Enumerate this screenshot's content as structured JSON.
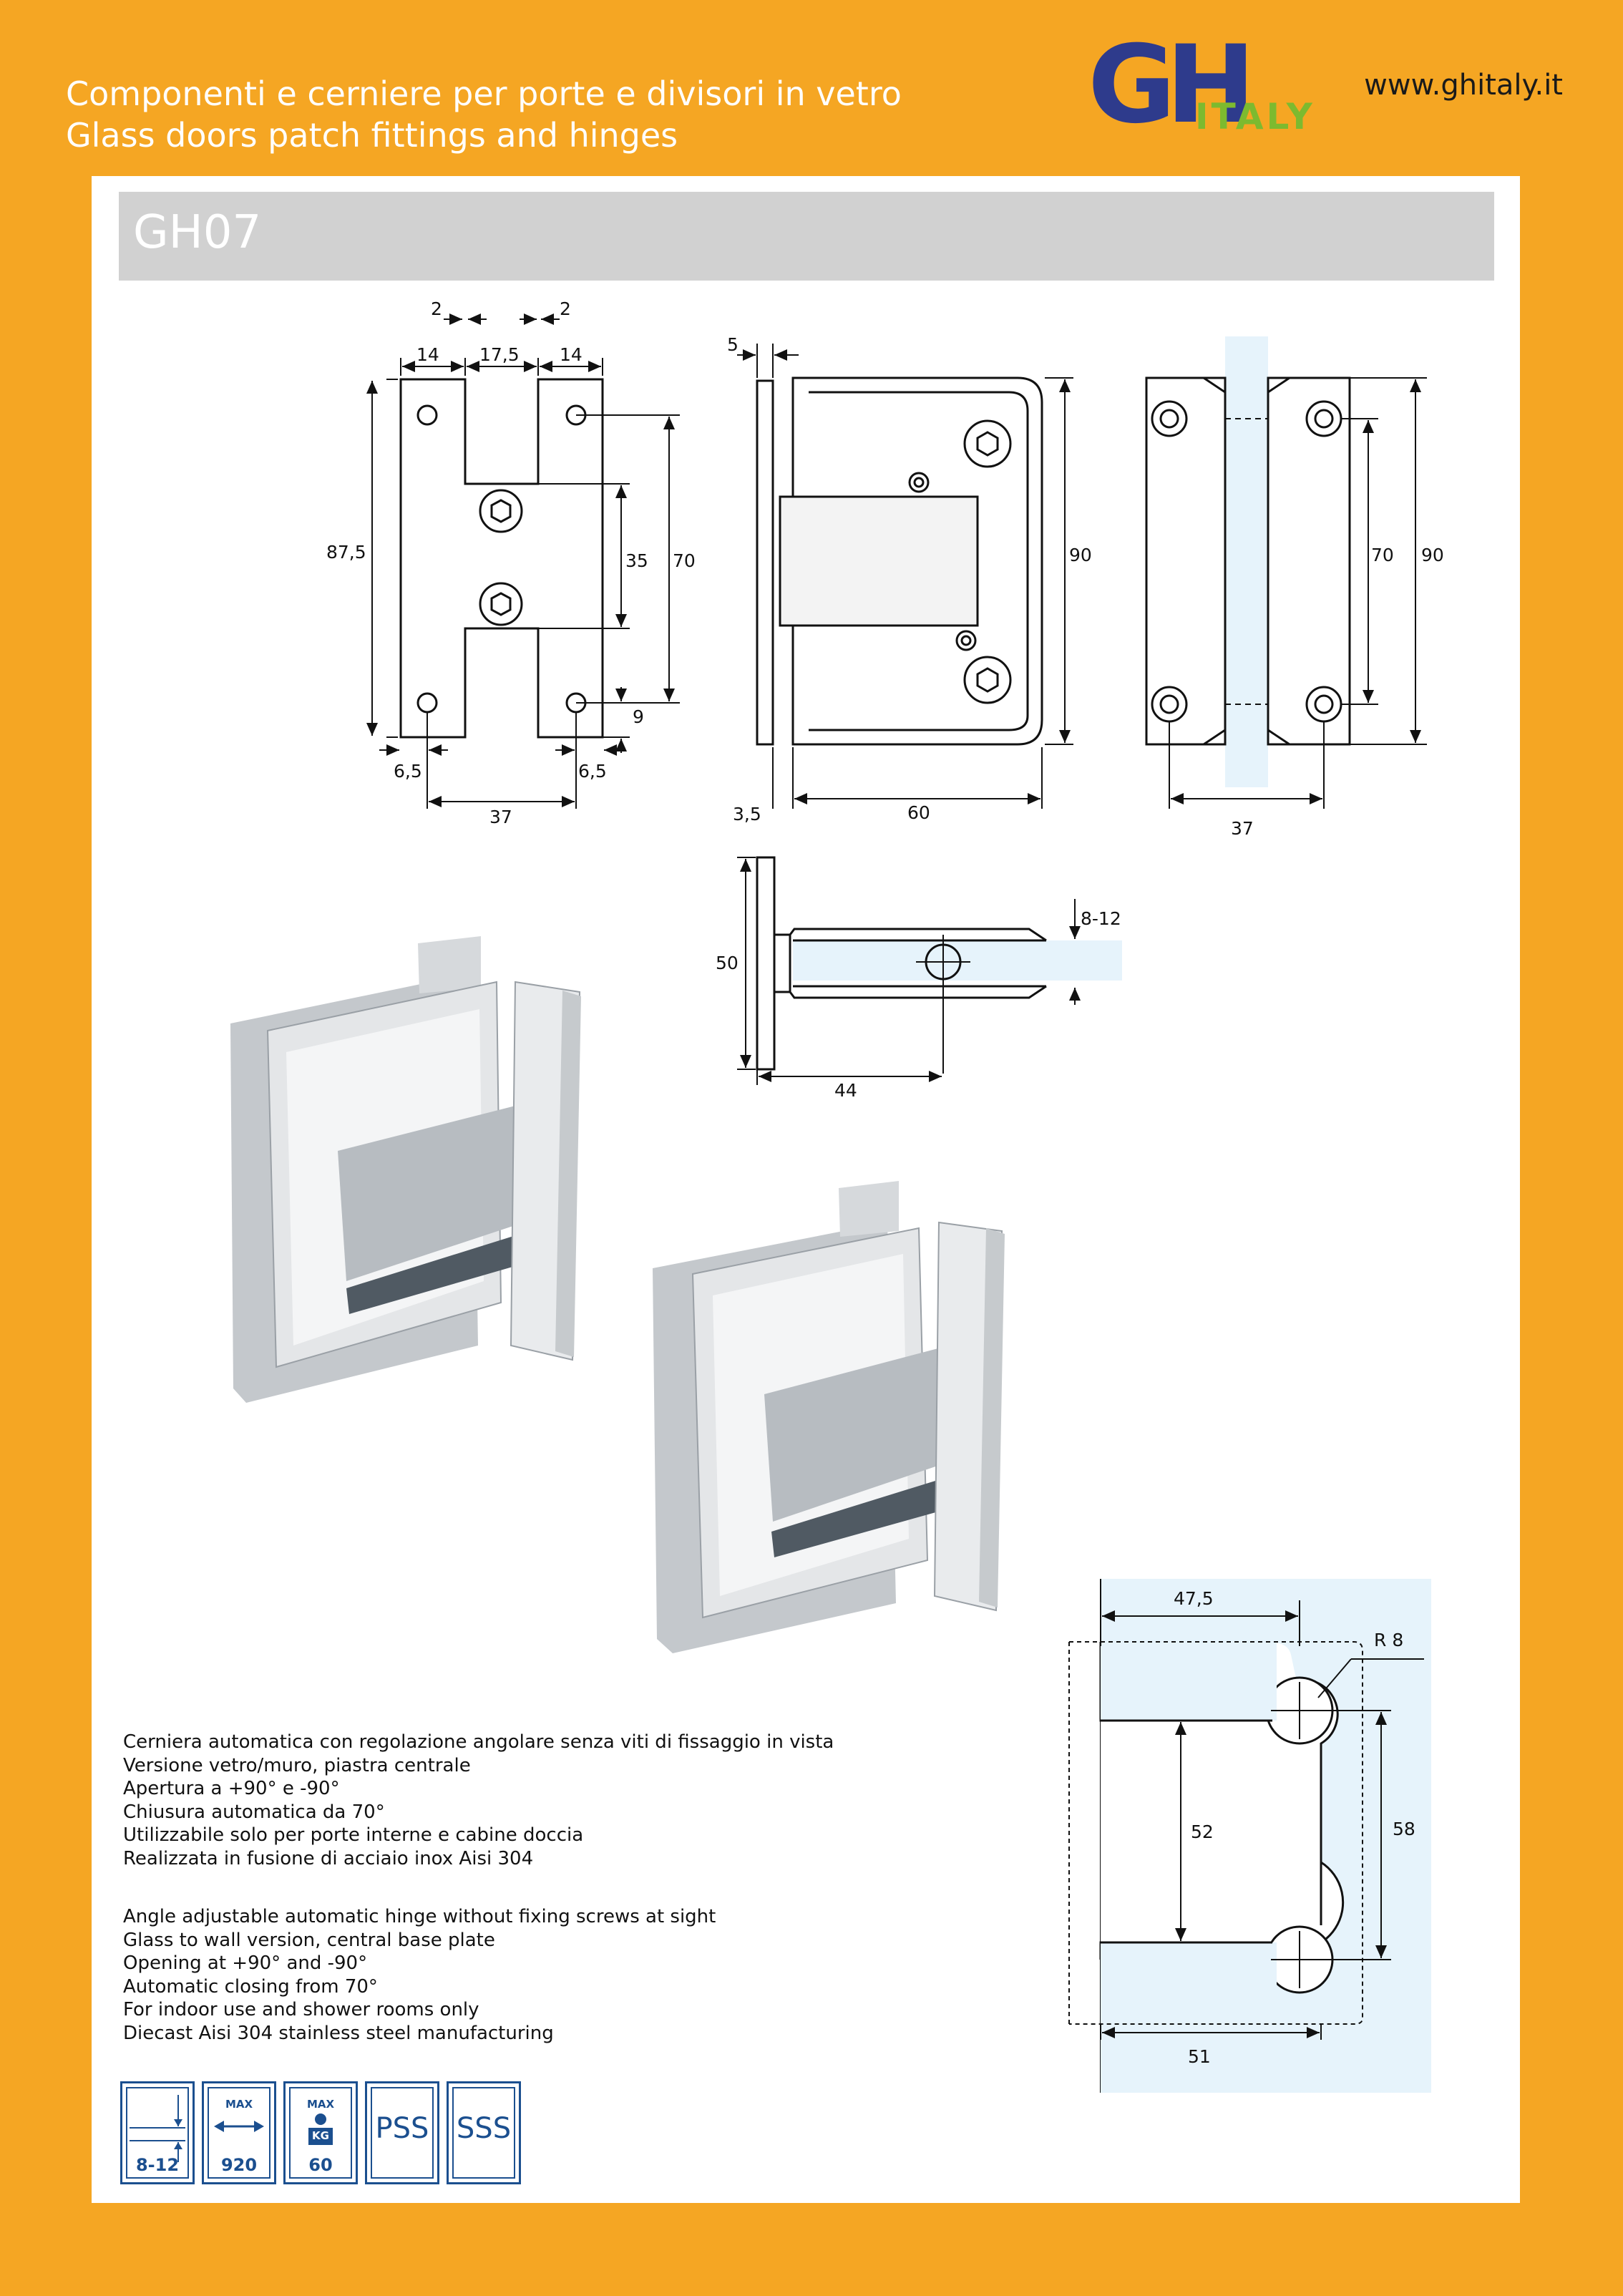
{
  "header": {
    "line1": "Componenti e cerniere per porte e divisori in vetro",
    "line2": "Glass doors patch fittings and hinges",
    "website": "www.ghitaly.it",
    "logo_main": "GH",
    "logo_sub": "ITALY"
  },
  "product": {
    "code": "GH07"
  },
  "drawings": {
    "front_view": {
      "dims": [
        "2",
        "2",
        "14",
        "17,5",
        "14",
        "87,5",
        "35",
        "70",
        "9",
        "6,5",
        "6,5",
        "37"
      ]
    },
    "side_view": {
      "dims": [
        "5",
        "90",
        "3,5",
        "60"
      ]
    },
    "end_view": {
      "dims": [
        "70",
        "90",
        "37"
      ]
    },
    "top_view": {
      "dims": [
        "50",
        "8-12",
        "44"
      ]
    },
    "cutout": {
      "dims": [
        "47,5",
        "R 8",
        "52",
        "58",
        "51"
      ]
    }
  },
  "description_it": [
    "Cerniera automatica con regolazione angolare senza viti di fissaggio in vista",
    "Versione vetro/muro, piastra centrale",
    "Apertura a +90° e -90°",
    "Chiusura automatica da 70°",
    "Utilizzabile solo per porte interne e cabine doccia",
    "Realizzata in fusione di acciaio inox Aisi 304"
  ],
  "description_en": [
    "Angle adjustable automatic hinge without fixing screws at sight",
    "Glass to wall version, central base plate",
    "Opening at +90° and -90°",
    "Automatic closing from 70°",
    "For indoor use and shower rooms only",
    "Diecast Aisi 304 stainless steel manufacturing"
  ],
  "spec_icons": [
    {
      "icon": "glass-thickness-icon",
      "value": "8-12"
    },
    {
      "icon": "max-width-icon",
      "top": "MAX",
      "value": "920"
    },
    {
      "icon": "max-weight-icon",
      "top": "MAX",
      "mid": "KG",
      "value": "60"
    },
    {
      "icon": "pss-icon",
      "label": "PSS"
    },
    {
      "icon": "sss-icon",
      "label": "SSS"
    }
  ],
  "colors": {
    "background": "#F5A623",
    "title_bar": "#D1D1D1",
    "logo_blue": "#2E3B8C",
    "logo_green": "#7DBA2F",
    "glass": "#E6F3FB"
  }
}
